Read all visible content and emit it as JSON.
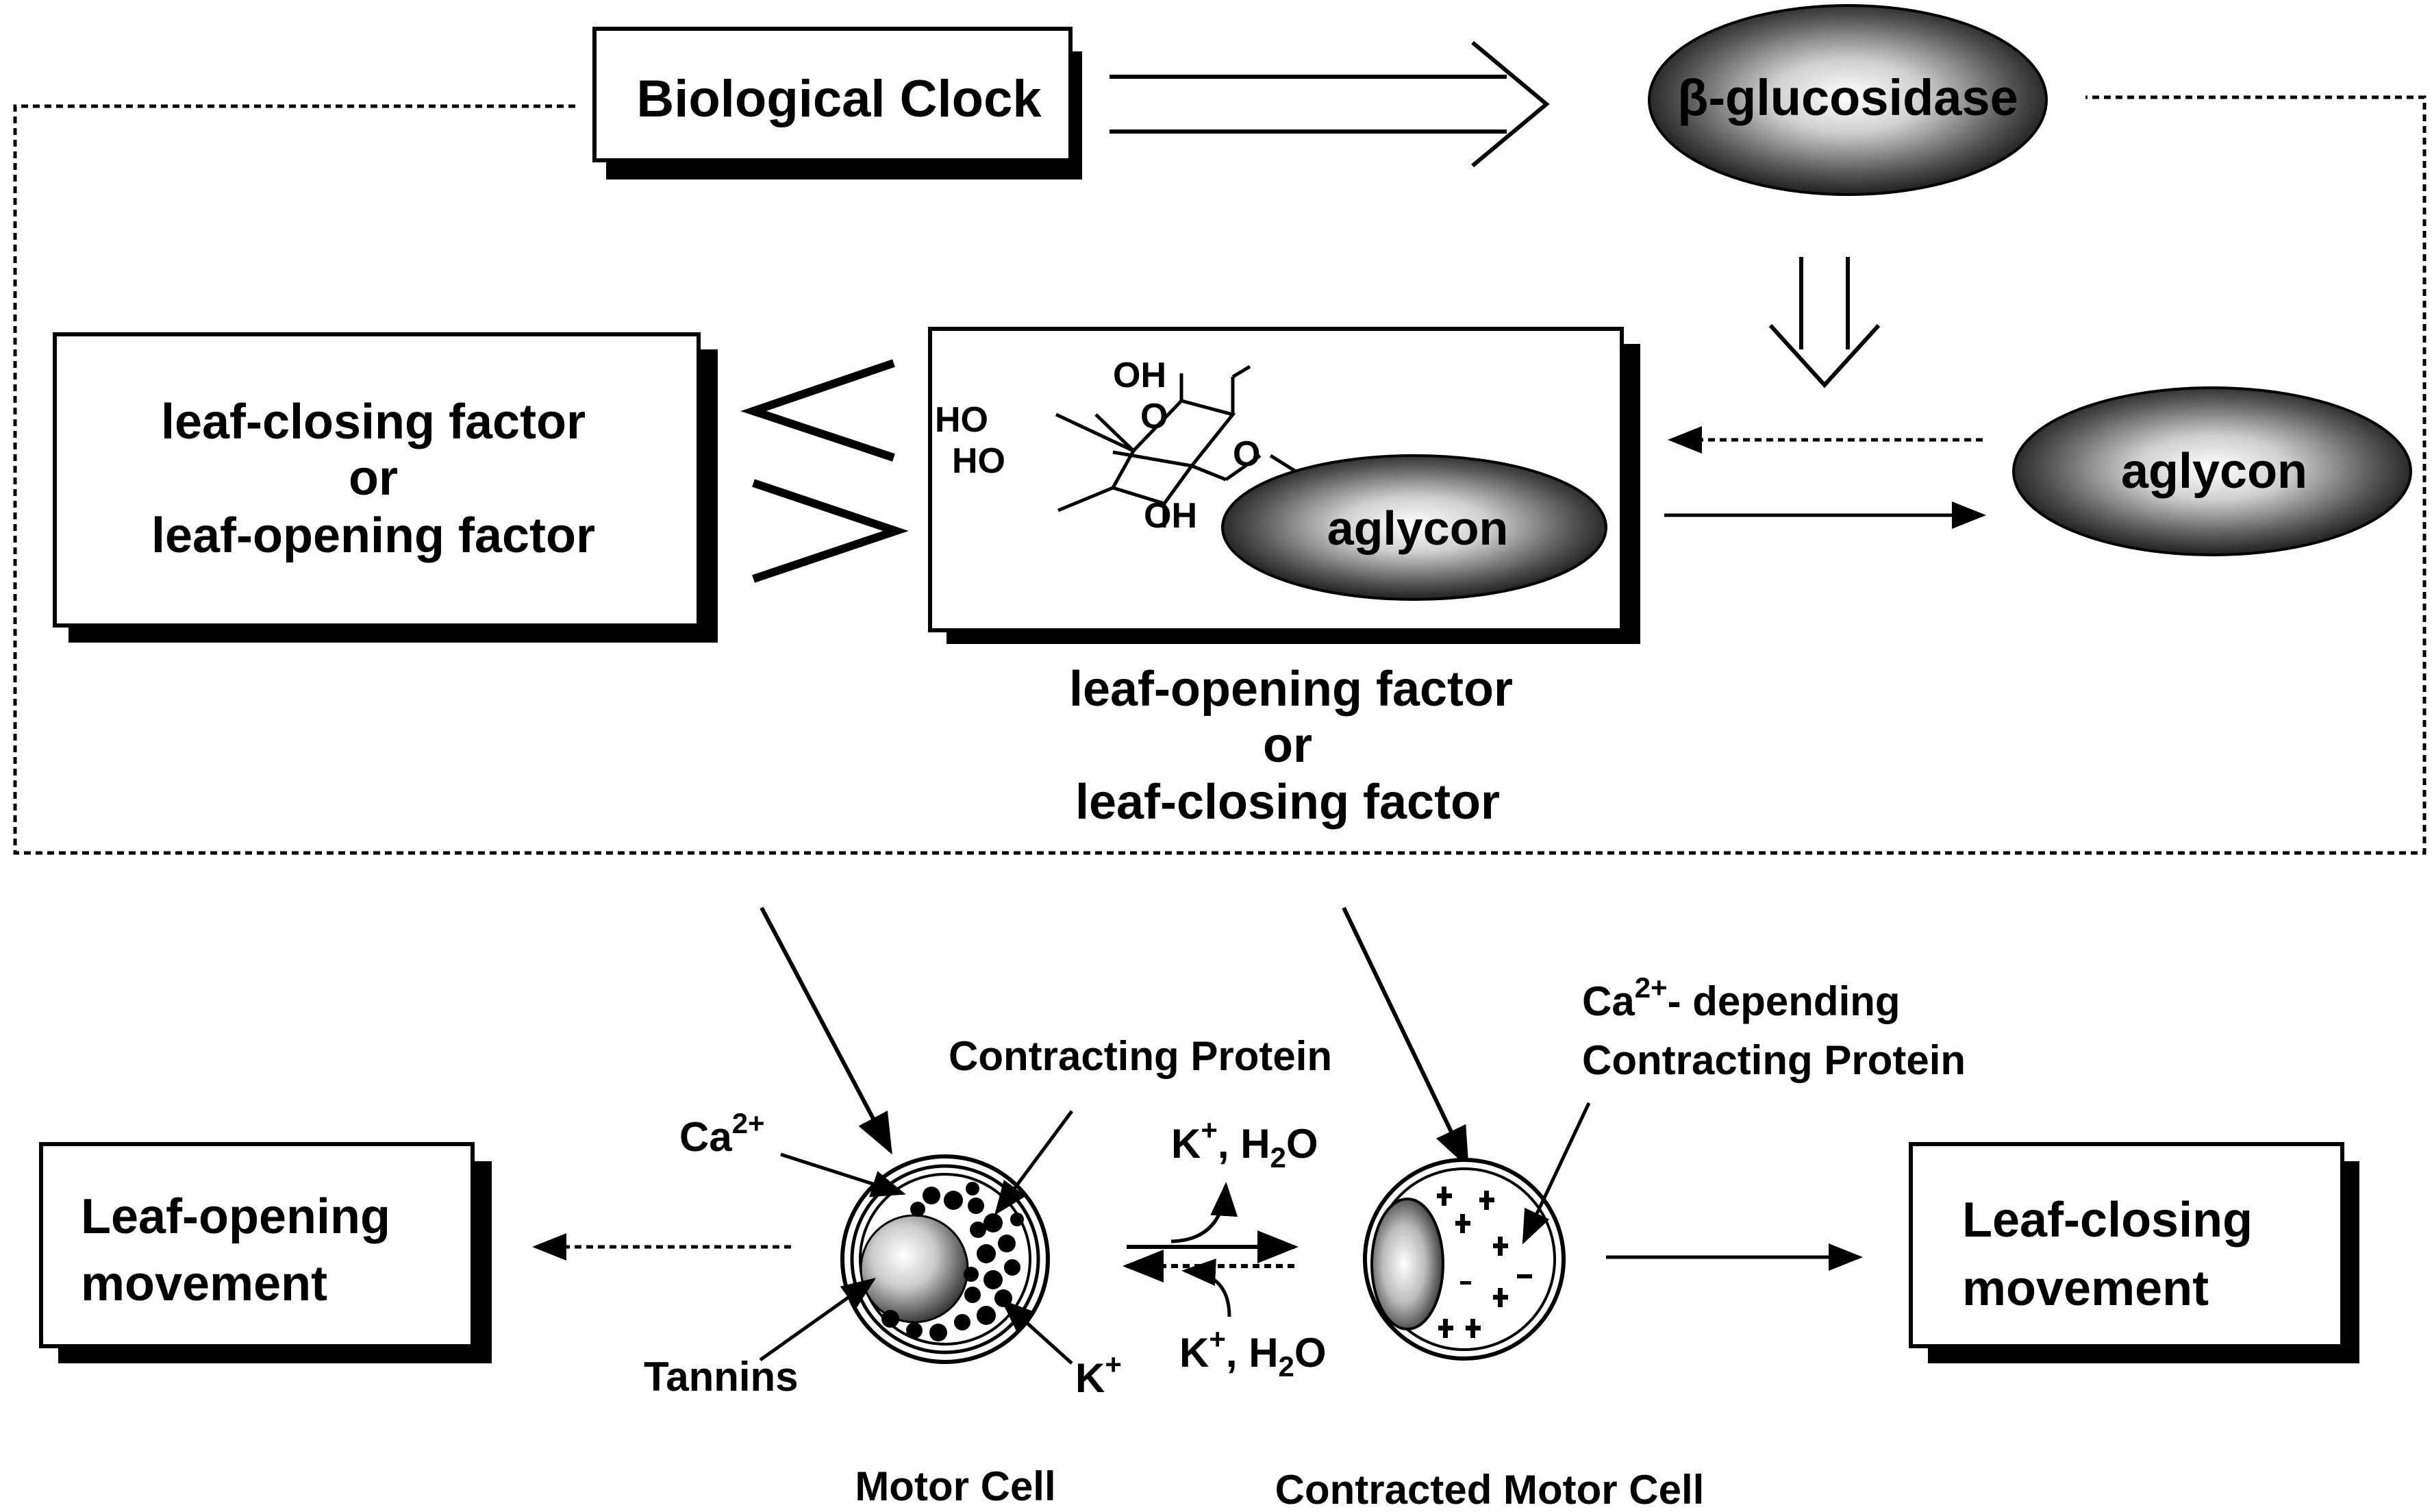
{
  "top": {
    "biological_clock": "Biological Clock",
    "beta_glucosidase": "β-glucosidase",
    "aglycon_free": "aglycon",
    "aglycon_bound": "aglycon"
  },
  "left_box": {
    "line1": "leaf-closing factor",
    "line2": "or",
    "line3": "leaf-opening factor"
  },
  "glycoside": {
    "oh_top": "OH",
    "ho_upper": "HO",
    "ring_o": "O",
    "ho_lower": "HO",
    "oh_bottom": "OH",
    "link_o": "O"
  },
  "center_caption": {
    "line1": "leaf-opening factor",
    "line2": "or",
    "line3": "leaf-closing factor"
  },
  "bottom": {
    "contracting_protein": "Contracting Protein",
    "ca_depending_line1_prefix": "Ca",
    "ca_depending_line1_sup": "2+",
    "ca_depending_line1_suffix": "- depending",
    "ca_depending_line2": "Contracting  Protein",
    "ca_ion": "Ca",
    "ca_ion_sup": "2+",
    "k_h2o_top_k": "K",
    "k_h2o_top_sup": "+",
    "k_h2o_top_rest": ", H",
    "k_h2o_top_sub": "2",
    "k_h2o_top_end": "O",
    "k_h2o_bottom_k": "K",
    "k_h2o_bottom_sup": "+",
    "k_h2o_bottom_rest": ", H",
    "k_h2o_bottom_sub": "2",
    "k_h2o_bottom_end": "O",
    "tannins": "Tannins",
    "k_ion": "K",
    "k_ion_sup": "+",
    "motor_cell": "Motor Cell",
    "contracted_motor_cell": "Contracted Motor Cell",
    "leaf_opening_line1": "Leaf-opening",
    "leaf_opening_line2": "movement",
    "leaf_closing_line1": "Leaf-closing",
    "leaf_closing_line2": "movement"
  }
}
